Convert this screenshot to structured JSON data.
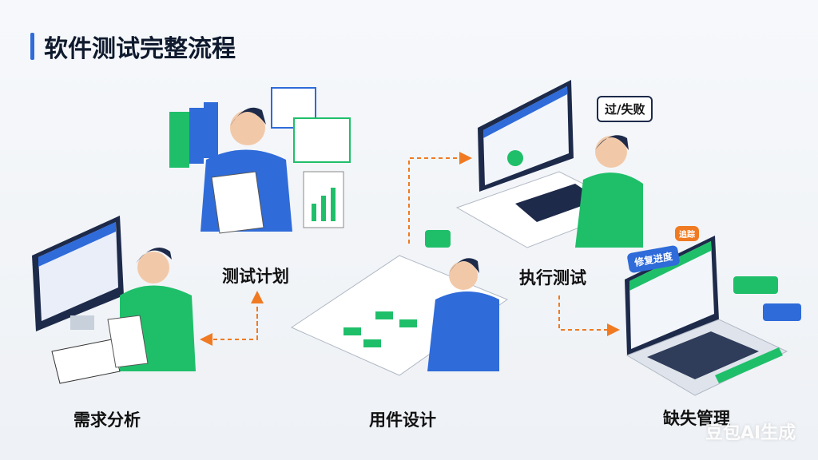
{
  "title": "软件测试完整流程",
  "steps": [
    {
      "label": "需求分析"
    },
    {
      "label": "测试计划"
    },
    {
      "label": "用件设计"
    },
    {
      "label": "执行测试"
    },
    {
      "label": "缺失管理"
    }
  ],
  "bubbles": {
    "pass_fail": "过/失败",
    "fix_progress": "修复进度",
    "tag": "追踪"
  },
  "watermark": "豆包AI生成",
  "colors": {
    "accent": "#2f6bd9",
    "green": "#1fbf6a",
    "arrow": "#f07a22",
    "dark": "#1d2a4a"
  }
}
